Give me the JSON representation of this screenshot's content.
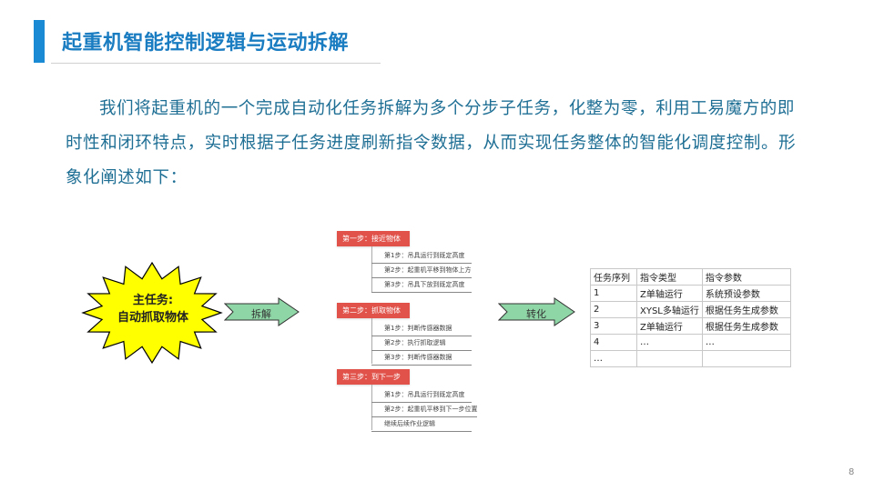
{
  "slide": {
    "title": "起重机智能控制逻辑与运动拆解",
    "paragraph": "我们将起重机的一个完成自动化任务拆解为多个分步子任务，化整为零，利用工易魔方的即时性和闭环特点，实时根据子任务进度刷新指令数据，从而实现任务整体的智能化调度控制。形象化阐述如下：",
    "page_number": "8"
  },
  "main_task": {
    "line1": "主任务:",
    "line2": "自动抓取物体"
  },
  "arrows": {
    "split": "拆解",
    "convert": "转化"
  },
  "steps": [
    {
      "header": "第一步：接近物体",
      "items": [
        "第1步：吊具运行到既定高度",
        "第2步：起重机平移到物体上方",
        "第3步：吊具下放到既定高度"
      ]
    },
    {
      "header": "第二步：抓取物体",
      "items": [
        "第1步：判断传感器数据",
        "第2步：执行抓取逻辑",
        "第3步：判断传感器数据"
      ]
    },
    {
      "header": "第三步：到下一步",
      "items": [
        "第1步：吊具运行到既定高度",
        "第2步：起重机平移到下一步位置",
        "继续后续作业逻辑"
      ]
    }
  ],
  "table": {
    "headers": [
      "任务序列",
      "指令类型",
      "指令参数"
    ],
    "rows": [
      [
        "1",
        "Z单轴运行",
        "系统预设参数"
      ],
      [
        "2",
        "XYSL多轴运行",
        "根据任务生成参数"
      ],
      [
        "3",
        "Z单轴运行",
        "根据任务生成参数"
      ],
      [
        "4",
        "…",
        "…"
      ],
      [
        "…",
        "",
        ""
      ]
    ]
  },
  "colors": {
    "title_accent": "#1a8ad4",
    "title_text": "#1a7cc1",
    "paragraph_text": "#1f6f95",
    "burst_fill": "#ffff00",
    "arrow_fill": "#8fd6a6",
    "step_header": "#e0524a"
  }
}
